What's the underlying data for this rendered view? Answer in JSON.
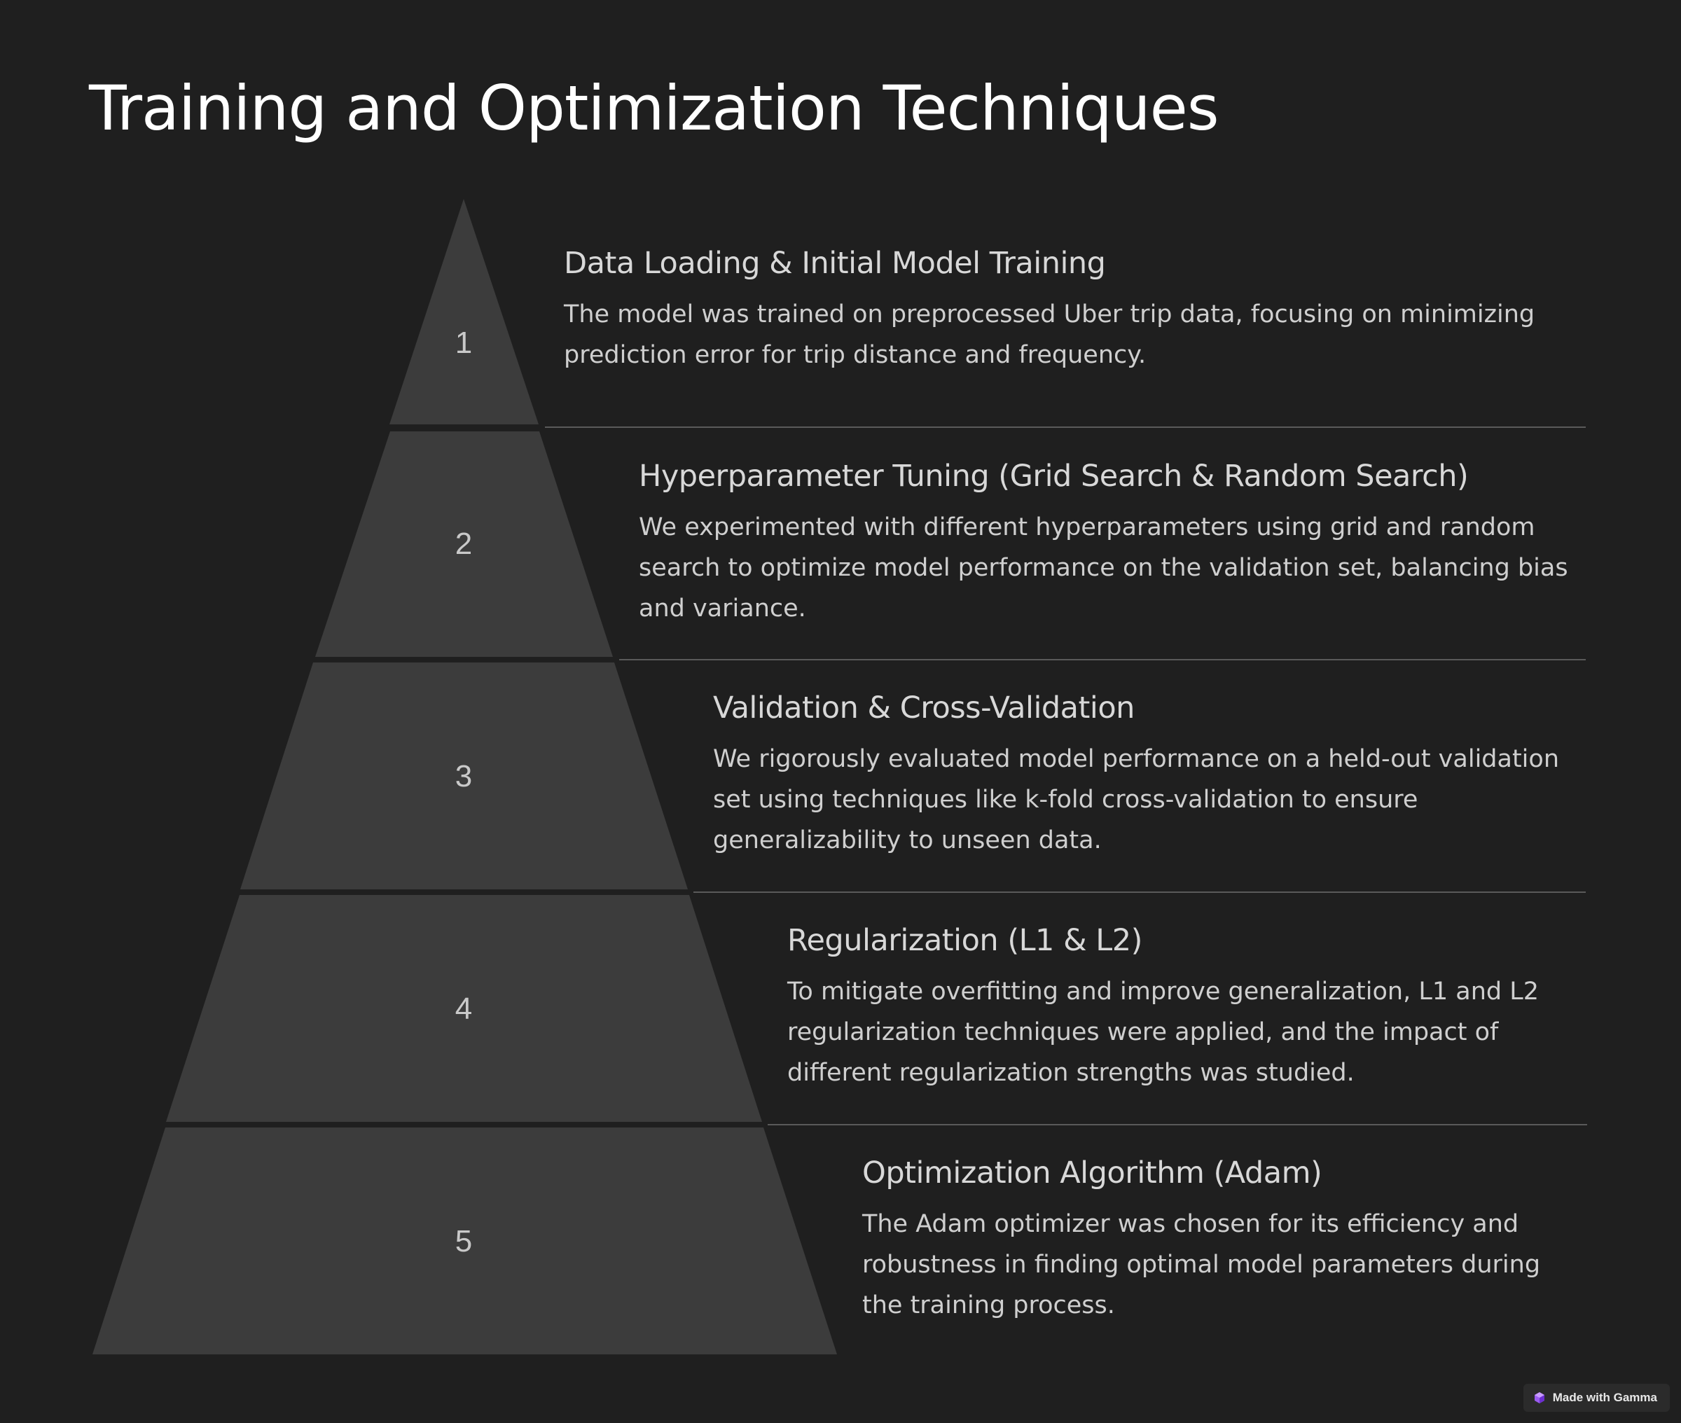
{
  "page": {
    "title": "Training and Optimization Techniques",
    "background": "#1f1f1f"
  },
  "colors": {
    "tier_fill": "#3c3c3c",
    "divider": "#5a5a5a",
    "heading_text": "#d8d8d8",
    "body_text": "#cfcfcf"
  },
  "steps": [
    {
      "number": "1",
      "heading": "Data Loading & Initial Model Training",
      "body": "The model was trained on preprocessed Uber trip data, focusing on minimizing prediction error for trip distance and frequency."
    },
    {
      "number": "2",
      "heading": "Hyperparameter Tuning (Grid Search & Random Search)",
      "body": "We experimented with different hyperparameters using grid and random search to optimize model performance on the validation set, balancing bias and variance."
    },
    {
      "number": "3",
      "heading": "Validation & Cross-Validation",
      "body": "We rigorously evaluated model performance on a held-out validation set using techniques like k-fold cross-validation to ensure generalizability to unseen data."
    },
    {
      "number": "4",
      "heading": "Regularization (L1 & L2)",
      "body": "To mitigate overfitting and improve generalization, L1 and L2 regularization techniques were applied, and the impact of different regularization strengths was studied."
    },
    {
      "number": "5",
      "heading": "Optimization Algorithm (Adam)",
      "body": "The Adam optimizer was chosen for its efficiency and robustness in finding optimal model parameters during the training process."
    }
  ],
  "badge": {
    "label": "Made with Gamma",
    "icon": "gamma-logo-icon"
  }
}
